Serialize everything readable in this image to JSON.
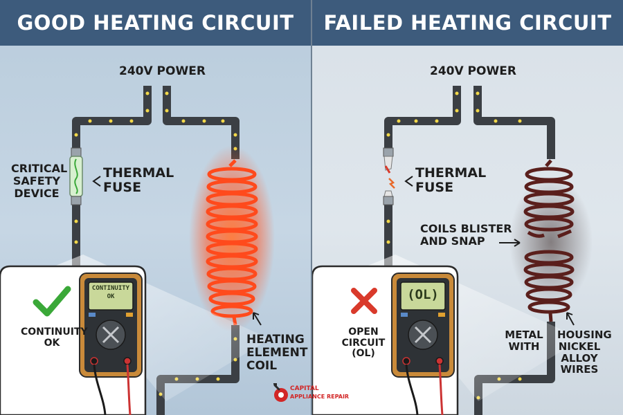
{
  "left": {
    "title": "GOOD HEATING CIRCUIT",
    "power_label": "240V POWER",
    "device_label": [
      "CRITICAL",
      "SAFETY",
      "DEVICE"
    ],
    "fuse_label": [
      "THERMAL",
      "FUSE"
    ],
    "meter_display": [
      "CONTINUITY",
      "OK"
    ],
    "status_label": [
      "CONTINUITY",
      "OK"
    ],
    "coil_label": [
      "HEATING",
      "ELEMENT",
      "COIL"
    ],
    "status_icon": "check-icon"
  },
  "right": {
    "title": "FAILED HEATING CIRCUIT",
    "power_label": "240V POWER",
    "fuse_label": [
      "THERMAL",
      "FUSE"
    ],
    "break_label": [
      "COILS BLISTER",
      "AND SNAP"
    ],
    "meter_display": "(OL)",
    "status_label": [
      "OPEN",
      "CIRCUIT",
      "(OL)"
    ],
    "metal_label": [
      "METAL",
      "WITH"
    ],
    "housing_label": [
      "HOUSING",
      "NICKEL",
      "ALLOY",
      "WIRES"
    ],
    "status_icon": "cross-icon"
  },
  "logo": {
    "line1": "CAPITAL",
    "line2": "APPLIANCE REPAIR"
  },
  "colors": {
    "header": "#3d5b7c",
    "wire": "#3b3f44",
    "current": "#f2d84a",
    "hot_coil": "#ff4a1c",
    "dead_coil": "#5a1f1c",
    "check": "#3aa838",
    "cross": "#d93a2b",
    "meter": "#c98a3a"
  }
}
